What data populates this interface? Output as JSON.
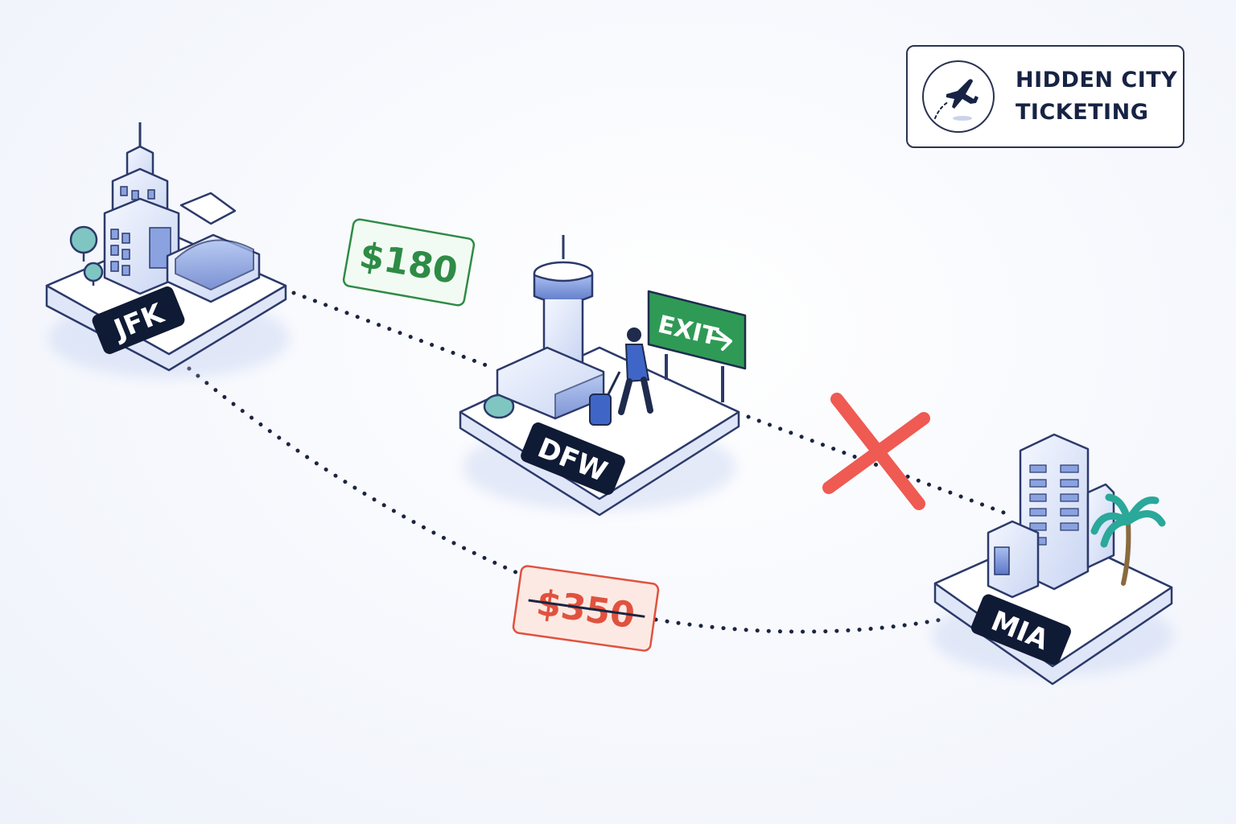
{
  "title": {
    "line1": "HIDDEN CITY",
    "line2": "TICKETING",
    "icon": "airplane-icon"
  },
  "airports": {
    "origin": {
      "code": "JFK"
    },
    "layover": {
      "code": "DFW"
    },
    "destination": {
      "code": "MIA"
    }
  },
  "prices": {
    "hidden_city": {
      "label": "$180",
      "color": "#2e8b45"
    },
    "direct": {
      "label": "$350",
      "color": "#e0523f",
      "struck": true
    }
  },
  "exit_sign": {
    "label": "EXIT",
    "arrow": "arrow-right-icon",
    "color": "#2f9a55"
  },
  "colors": {
    "route_dots": "#1b2540",
    "cancel_x": "#ef5a52",
    "badge_bg": "#0f1a35",
    "building_fill": "#e6ecfb",
    "building_stroke": "#2c3a6b"
  }
}
